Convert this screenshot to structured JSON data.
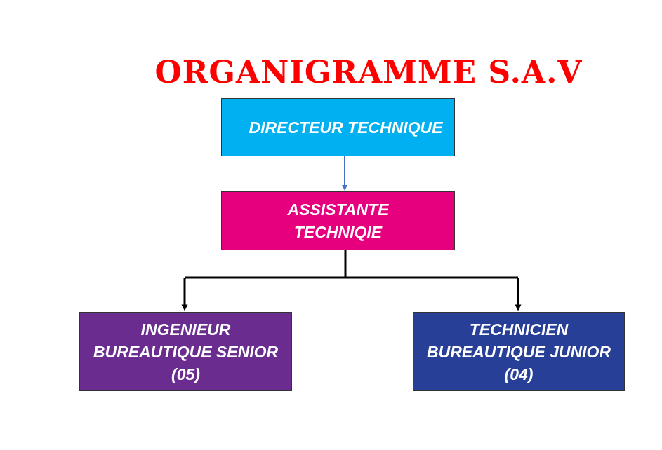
{
  "title": "ORGANIGRAMME  S.A.V",
  "colors": {
    "title": "#ff0000",
    "directeur": "#00b0f0",
    "assistante": "#e6007e",
    "ingenieur": "#6a2d8f",
    "technicien": "#273f97",
    "arrow_blue": "#4472c4",
    "connector": "#000000"
  },
  "nodes": {
    "directeur": {
      "lines": [
        "DIRECTEUR TECHNIQUE"
      ]
    },
    "assistante": {
      "lines": [
        "ASSISTANTE",
        "TECHNIQIE"
      ]
    },
    "ingenieur": {
      "lines": [
        "INGENIEUR",
        "BUREAUTIQUE SENIOR",
        "(05)"
      ]
    },
    "technicien": {
      "lines": [
        "TECHNICIEN",
        "BUREAUTIQUE JUNIOR",
        "(04)"
      ]
    }
  }
}
